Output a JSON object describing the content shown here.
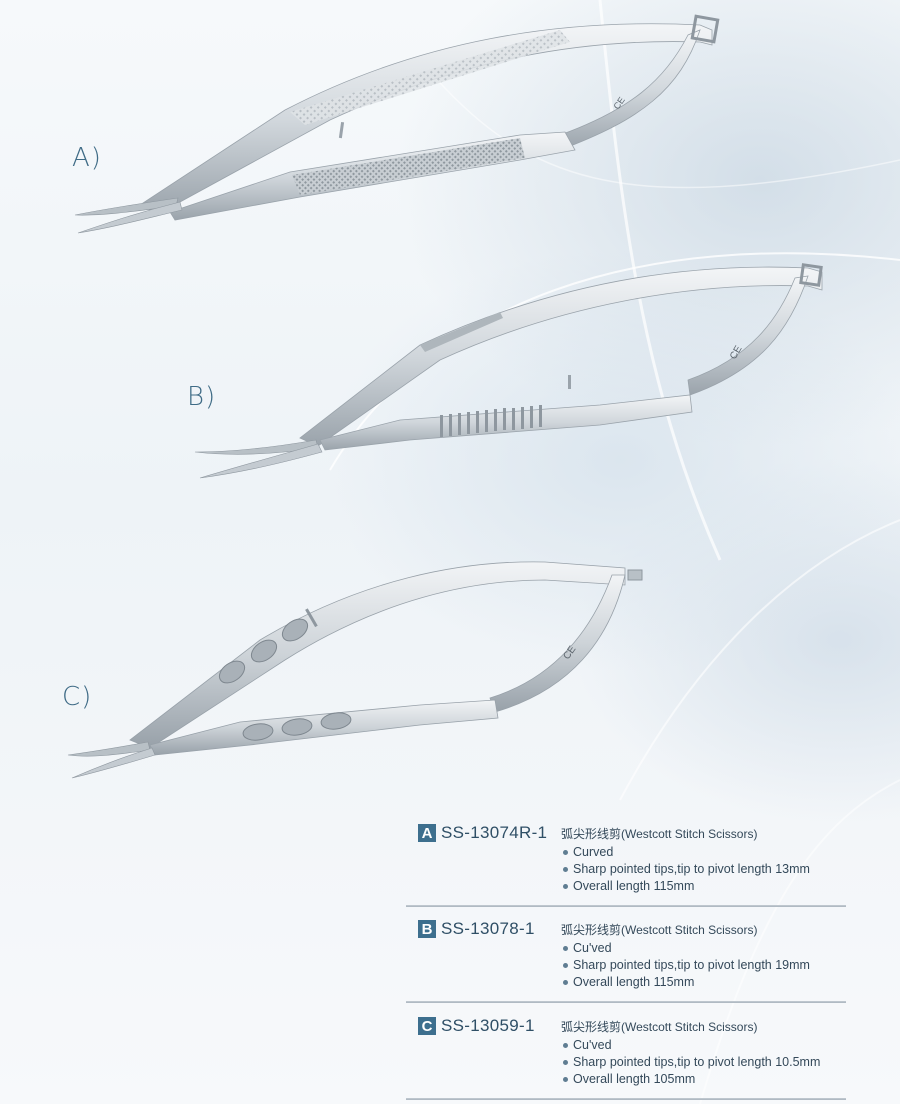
{
  "instruments": [
    {
      "label": "A)"
    },
    {
      "label": "B)"
    },
    {
      "label": "C)"
    }
  ],
  "specs": [
    {
      "badge": "A",
      "code": "SS-13074R-1",
      "name": "弧尖形线剪(Westcott Stitch Scissors)",
      "features": [
        "Curved",
        "Sharp pointed tips,tip to pivot length 13mm",
        "Overall length 115mm"
      ]
    },
    {
      "badge": "B",
      "code": "SS-13078-1",
      "name": "弧尖形线剪(Westcott Stitch Scissors)",
      "features": [
        "Cu'ved",
        "Sharp pointed tips,tip to pivot length 19mm",
        "Overall length 115mm"
      ]
    },
    {
      "badge": "C",
      "code": "SS-13059-1",
      "name": "弧尖形线剪(Westcott Stitch Scissors)",
      "features": [
        "Cu'ved",
        "Sharp pointed tips,tip to pivot length 10.5mm",
        "Overall length 105mm"
      ]
    }
  ],
  "marks": {
    "ce": "CE"
  },
  "colors": {
    "badge": "#3d6f8e",
    "label": "#3f6b86",
    "text": "#34495a",
    "steel_light": "#eef1f3",
    "steel_mid": "#c4cbd1",
    "steel_dark": "#8e979f"
  }
}
